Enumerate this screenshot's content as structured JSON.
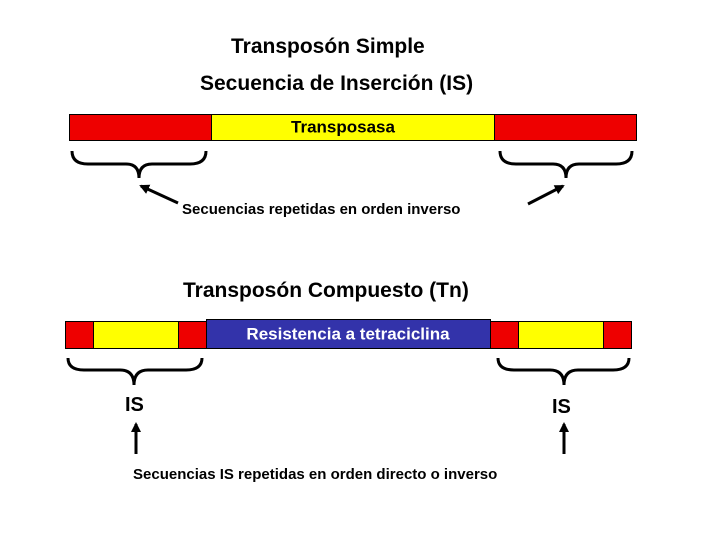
{
  "simple": {
    "title": "Transposón Simple",
    "subtitle": "Secuencia de Inserción (IS)",
    "center_label": "Transposasa",
    "caption": "Secuencias repetidas en orden inverso"
  },
  "compound": {
    "title": "Transposón Compuesto (Tn)",
    "center_label": "Resistencia a tetraciclina",
    "is_left_label": "IS",
    "is_right_label": "IS",
    "caption": "Secuencias IS repetidas en orden directo o inverso"
  },
  "colors": {
    "red": "#ee0000",
    "yellow": "#ffff00",
    "blue": "#3333aa",
    "outline": "#000000",
    "center_text_light": "#ffffff",
    "center_text_dark": "#000000"
  }
}
